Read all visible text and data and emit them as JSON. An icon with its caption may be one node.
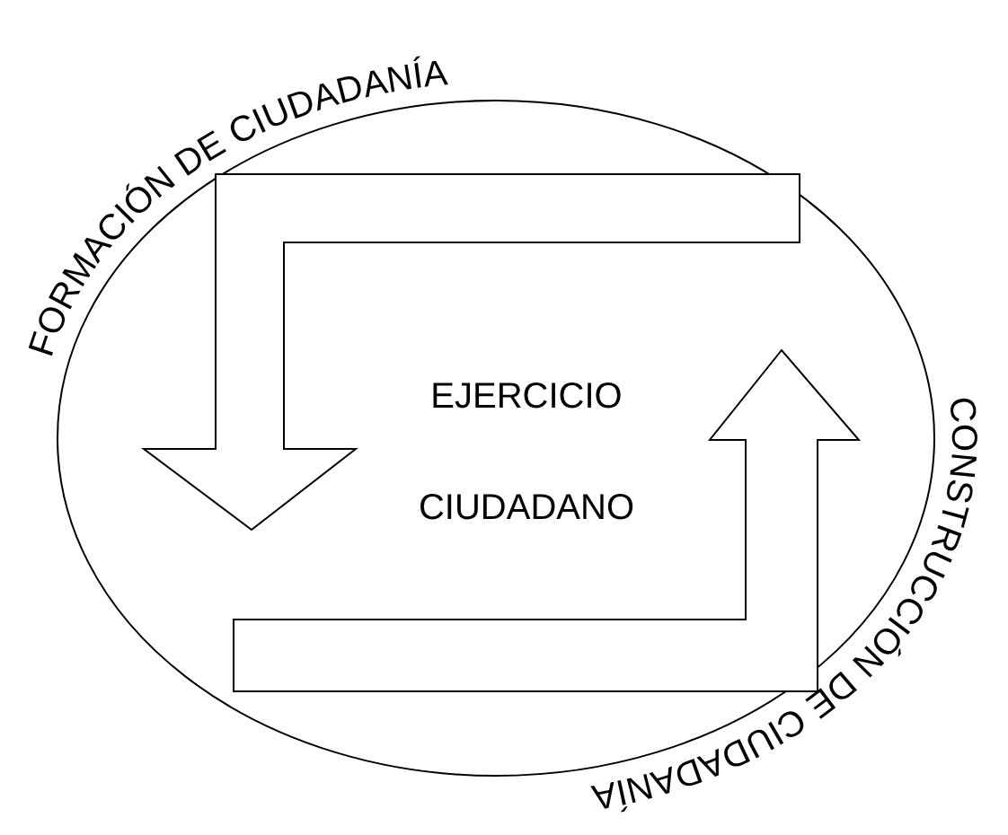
{
  "diagram": {
    "nodes": [
      {
        "text": [
          "FORMACIÓN DE CIUDADANÍA",
          "EJERCICIO CIUDADANO",
          "CONSTRUCCIÓN DE CIUDADANÍA"
        ]
      }
    ]
  }
}
